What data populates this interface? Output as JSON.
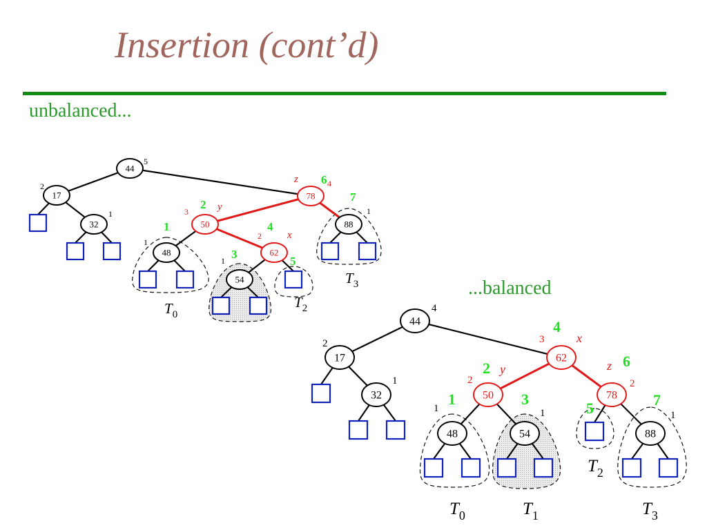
{
  "title": "Insertion (cont’d)",
  "captions": {
    "unbalanced": "unbalanced...",
    "balanced": "...balanced"
  },
  "colors": {
    "title": "#a0665e",
    "rule": "#138a13",
    "caption": "#2a9a2a",
    "highlight": "#e01818",
    "order": "#22dd22",
    "leaf": "#1022bb",
    "node": "#000000"
  },
  "node_keys": [
    "44",
    "17",
    "32",
    "78",
    "50",
    "62",
    "48",
    "54",
    "88"
  ],
  "heights": {
    "unbalanced": {
      "44": "5",
      "17": "2",
      "32": "1",
      "78": "4",
      "50": "3",
      "62": "2",
      "48": "1",
      "54": "1",
      "88": "1"
    },
    "balanced": {
      "44": "4",
      "17": "2",
      "32": "1",
      "62": "3",
      "50": "2",
      "78": "2",
      "48": "1",
      "54": "1",
      "88": "1"
    }
  },
  "role_labels": {
    "unbalanced": {
      "78": "z",
      "50": "y",
      "62": "x"
    },
    "balanced": {
      "62": "x",
      "50": "y",
      "78": "z"
    }
  },
  "order_labels": {
    "unbalanced": {
      "48": "1",
      "50": "2",
      "54": "3",
      "62": "4",
      "78": "6",
      "88": "7",
      "T2": "5"
    },
    "balanced": {
      "48": "1",
      "50": "2",
      "54": "3",
      "62": "4",
      "78": "6",
      "88": "7",
      "T2": "5"
    }
  },
  "subtree_labels": {
    "unbalanced": [
      {
        "letter": "T",
        "sub": "0"
      },
      {
        "letter": "T",
        "sub": "2"
      },
      {
        "letter": "T",
        "sub": "3"
      }
    ],
    "balanced": [
      {
        "letter": "T",
        "sub": "0"
      },
      {
        "letter": "T",
        "sub": "1"
      },
      {
        "letter": "T",
        "sub": "2"
      },
      {
        "letter": "T",
        "sub": "3"
      }
    ]
  }
}
